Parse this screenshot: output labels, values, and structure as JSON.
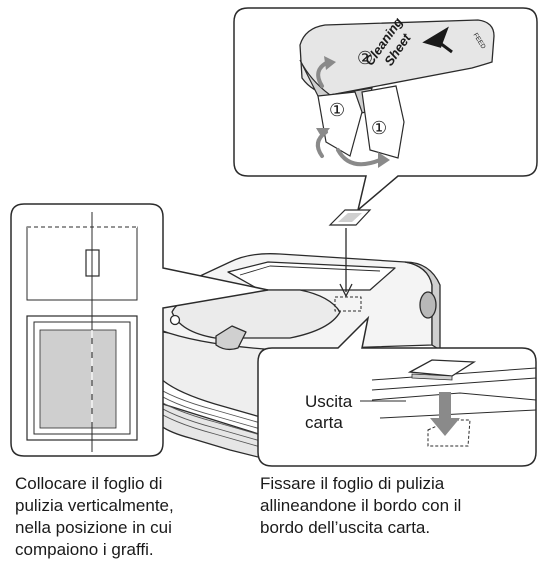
{
  "illustration": {
    "sheet_line1": "Cleaning",
    "sheet_line2": "Sheet",
    "sheet_feed": "FEED",
    "step_two_marker": "②",
    "step_one_marker_a": "①",
    "step_one_marker_b": "①",
    "exit_label_line1": "Uscita",
    "exit_label_line2": "carta"
  },
  "captions": {
    "left": [
      "Collocare il foglio di",
      "pulizia verticalmente,",
      "nella posizione in cui",
      "compaiono i graffi."
    ],
    "right": [
      "Fissare il foglio di pulizia",
      "allineandone il bordo con il",
      "bordo dell’uscita carta."
    ]
  },
  "colors": {
    "outline": "#2b2b2b",
    "panel_fill": "#ffffff",
    "shade_light": "#e6e6e6",
    "shade_mid": "#cfcfcf",
    "shade_dark": "#b8b8b8",
    "arrow": "#8a8a8a"
  }
}
